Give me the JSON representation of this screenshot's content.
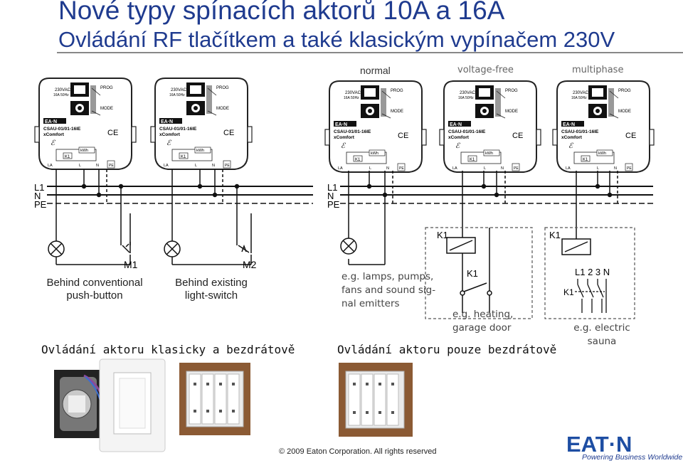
{
  "header": {
    "title": "Nové typy spínacích aktorů 10A a 16A",
    "subtitle": "Ovládání RF tlačítkem a také klasickým vypínačem 230V"
  },
  "variants": {
    "normal": "normal",
    "voltage_free": "voltage-free",
    "multiphase": "multiphase"
  },
  "module": {
    "voltage_line1": "230VAC",
    "voltage_line2": "16A 50Hz",
    "prog": "PROG",
    "mode": "MODE",
    "brand": "EA·N",
    "model": "CSAU-01/01-16IE",
    "series": "xComfort",
    "ce": "CE",
    "kwh": "kWh",
    "k1": "K1",
    "terminals": [
      "LA",
      "L",
      "N",
      "PE"
    ]
  },
  "bus": {
    "left": [
      "L1",
      "N",
      "PE"
    ],
    "right": [
      "L1",
      "N",
      "PE"
    ]
  },
  "switches": {
    "m1": "M1",
    "m2": "M2"
  },
  "captions": {
    "push_button_line1": "Behind conventional",
    "push_button_line2": "push-button",
    "light_switch_line1": "Behind existing",
    "light_switch_line2": "light-switch",
    "lamps_line1": "e.g. lamps, pumps,",
    "lamps_line2": "fans and sound sig-",
    "lamps_line3": "nal emitters",
    "heating_line1": "e.g. heating,",
    "heating_line2": "garage door",
    "sauna_line1": "e.g. electric",
    "sauna_line2": "sauna",
    "relay_k1": "K1",
    "contact_k1": "K1",
    "three_phase": "L1 2 3 N",
    "three_phase_k1": "K1"
  },
  "sections": {
    "left": "Ovládání aktoru klasicky a bezdrátově",
    "right": "Ovládání aktoru pouze bezdrátově"
  },
  "footer": {
    "copyright": "© 2009 Eaton Corporation. All rights reserved",
    "logo": "EAT·N",
    "tagline": "Powering Business Worldwide"
  },
  "colors": {
    "title_blue": "#1f3b8f",
    "eaton_blue": "#1e4ea3",
    "wood": "#8b5a34"
  }
}
